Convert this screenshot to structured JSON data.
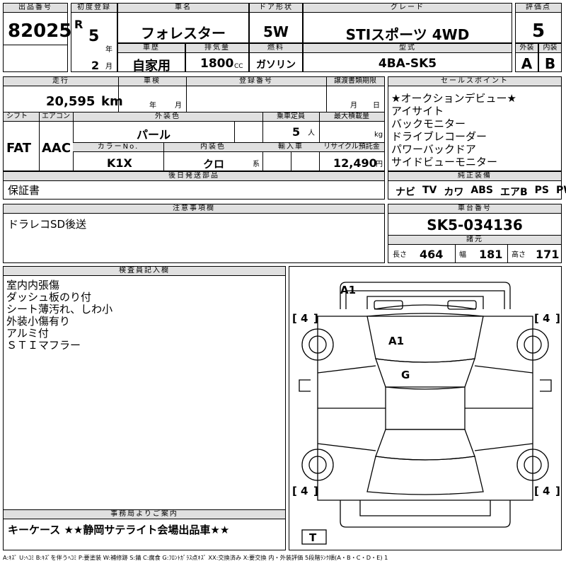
{
  "header": {
    "lot_label": "出品番号",
    "lot_number": "82025",
    "first_reg_label": "初度登録",
    "era": "R",
    "year": "5",
    "year_unit": "年",
    "month": "2",
    "month_unit": "月",
    "name_label": "車名",
    "name": "フォレスター",
    "door_label": "ドア形状",
    "door": "5W",
    "grade_label": "グレード",
    "grade": "STIスポーツ 4WD",
    "score_label": "評価点",
    "score": "5",
    "history_label": "車歴",
    "history": "自家用",
    "displacement_label": "排気量",
    "displacement": "1800",
    "displacement_unit": "CC",
    "fuel_label": "燃料",
    "fuel": "ガソリン",
    "model_label": "型式",
    "model": "4BA-SK5",
    "exterior_label": "外装",
    "exterior_grade": "A",
    "interior_label": "内装",
    "interior_grade": "B"
  },
  "row2": {
    "mileage_label": "走行",
    "mileage": "20,595",
    "mileage_unit": "km",
    "inspection_label": "車検",
    "inspection_year_unit": "年",
    "inspection_month_unit": "月",
    "registration_label": "登録番号",
    "transfer_label": "譲渡書類期限",
    "transfer_month_unit": "月",
    "transfer_day_unit": "日",
    "shift_label": "シフト",
    "shift": "FAT",
    "ac_label": "エアコン",
    "ac": "AAC",
    "color_label": "外装色",
    "color": "パール",
    "capacity_label": "乗車定員",
    "capacity": "5",
    "capacity_unit": "人",
    "max_load_label": "最大積載量",
    "max_load_unit": "kg",
    "color_no_label": "カラーNo.",
    "color_no": "K1X",
    "interior_color_label": "内装色",
    "interior_color": "クロ",
    "interior_color_unit": "系",
    "import_label": "輸入車",
    "recycle_label": "リサイクル預託金",
    "recycle": "12,490",
    "recycle_unit": "円"
  },
  "sales_points": {
    "label": "セールスポイント",
    "items": [
      "★オークションデビュー★",
      "アイサイト",
      "バックモニター",
      "ドライブレコーダー",
      "パワーバックドア",
      "サイドビューモニター"
    ]
  },
  "equipment": {
    "label": "純正装備",
    "items": [
      "ナビ",
      "TV",
      "カワ",
      "ABS",
      "エアB",
      "PS",
      "PW"
    ]
  },
  "later_parts": {
    "label": "後日発送部品",
    "text": "保証書"
  },
  "cautions": {
    "label": "注意事項欄",
    "text": "ドラレコSD後送"
  },
  "chassis": {
    "label": "車台番号",
    "number": "SK5-034136",
    "specs_label": "諸元",
    "length_label": "長さ",
    "length": "464",
    "width_label": "幅",
    "width": "181",
    "height_label": "高さ",
    "height": "171"
  },
  "inspector": {
    "label": "検査員記入欄",
    "notes": [
      "室内内張傷",
      "ダッシュ板のり付",
      "シート薄汚れ、しわ小",
      "外装小傷有り",
      "アルミ付",
      "ＳＴＩマフラー"
    ]
  },
  "diagram": {
    "marks": {
      "front_bumper": "A1",
      "hood": "A1",
      "windshield": "G"
    },
    "tire_fl": "4",
    "tire_fr": "4",
    "tire_rl": "4",
    "tire_rr": "4",
    "spare": "T"
  },
  "office": {
    "label": "事務局よりご案内",
    "text": "キーケース ★★静岡サテライト会場出品車★★"
  },
  "legend": "A:ｷｽﾞ U:ﾍｺﾐ B:ｷｽﾞを伴うﾍｺﾐ P:要塗装 W:補修跡 S:錆 C:腐食 G:ﾌﾛﾝﾄｶﾞﾗｽ点ｷｽﾞ XX:交換済み X:要交換 内・外装評価 5段階ﾗﾝｸ順(A・B・C・D・E) 1"
}
